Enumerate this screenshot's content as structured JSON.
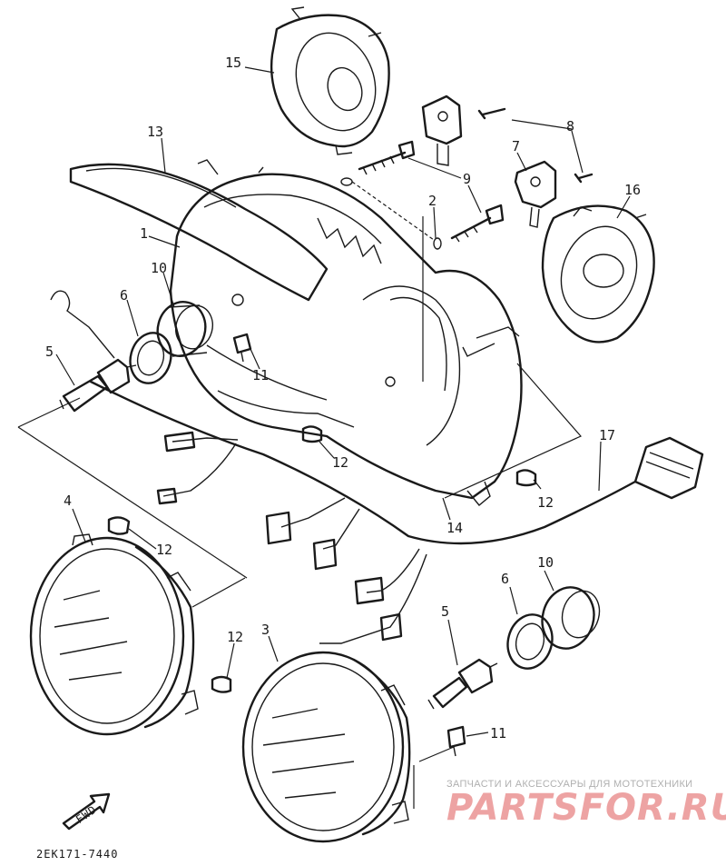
{
  "diagram": {
    "part_code": "2EK171-7440",
    "fwd_label": "FWD",
    "callouts": {
      "c1": "1",
      "c2": "2",
      "c3": "3",
      "c4": "4",
      "c5a": "5",
      "c5b": "5",
      "c6a": "6",
      "c6b": "6",
      "c7": "7",
      "c8": "8",
      "c9": "9",
      "c10a": "10",
      "c10b": "10",
      "c11a": "11",
      "c11b": "11",
      "c12a": "12",
      "c12b": "12",
      "c12c": "12",
      "c12d": "12",
      "c13": "13",
      "c14": "14",
      "c15": "15",
      "c16": "16",
      "c17": "17"
    }
  },
  "watermark": {
    "tagline": "ЗАПЧАСТИ И АКСЕССУАРЫ ДЛЯ МОТОТЕХНИКИ",
    "brand": "PARTSFOR.RU",
    "tagline_color": "#b0b0b0",
    "brand_color": "#e05858"
  }
}
